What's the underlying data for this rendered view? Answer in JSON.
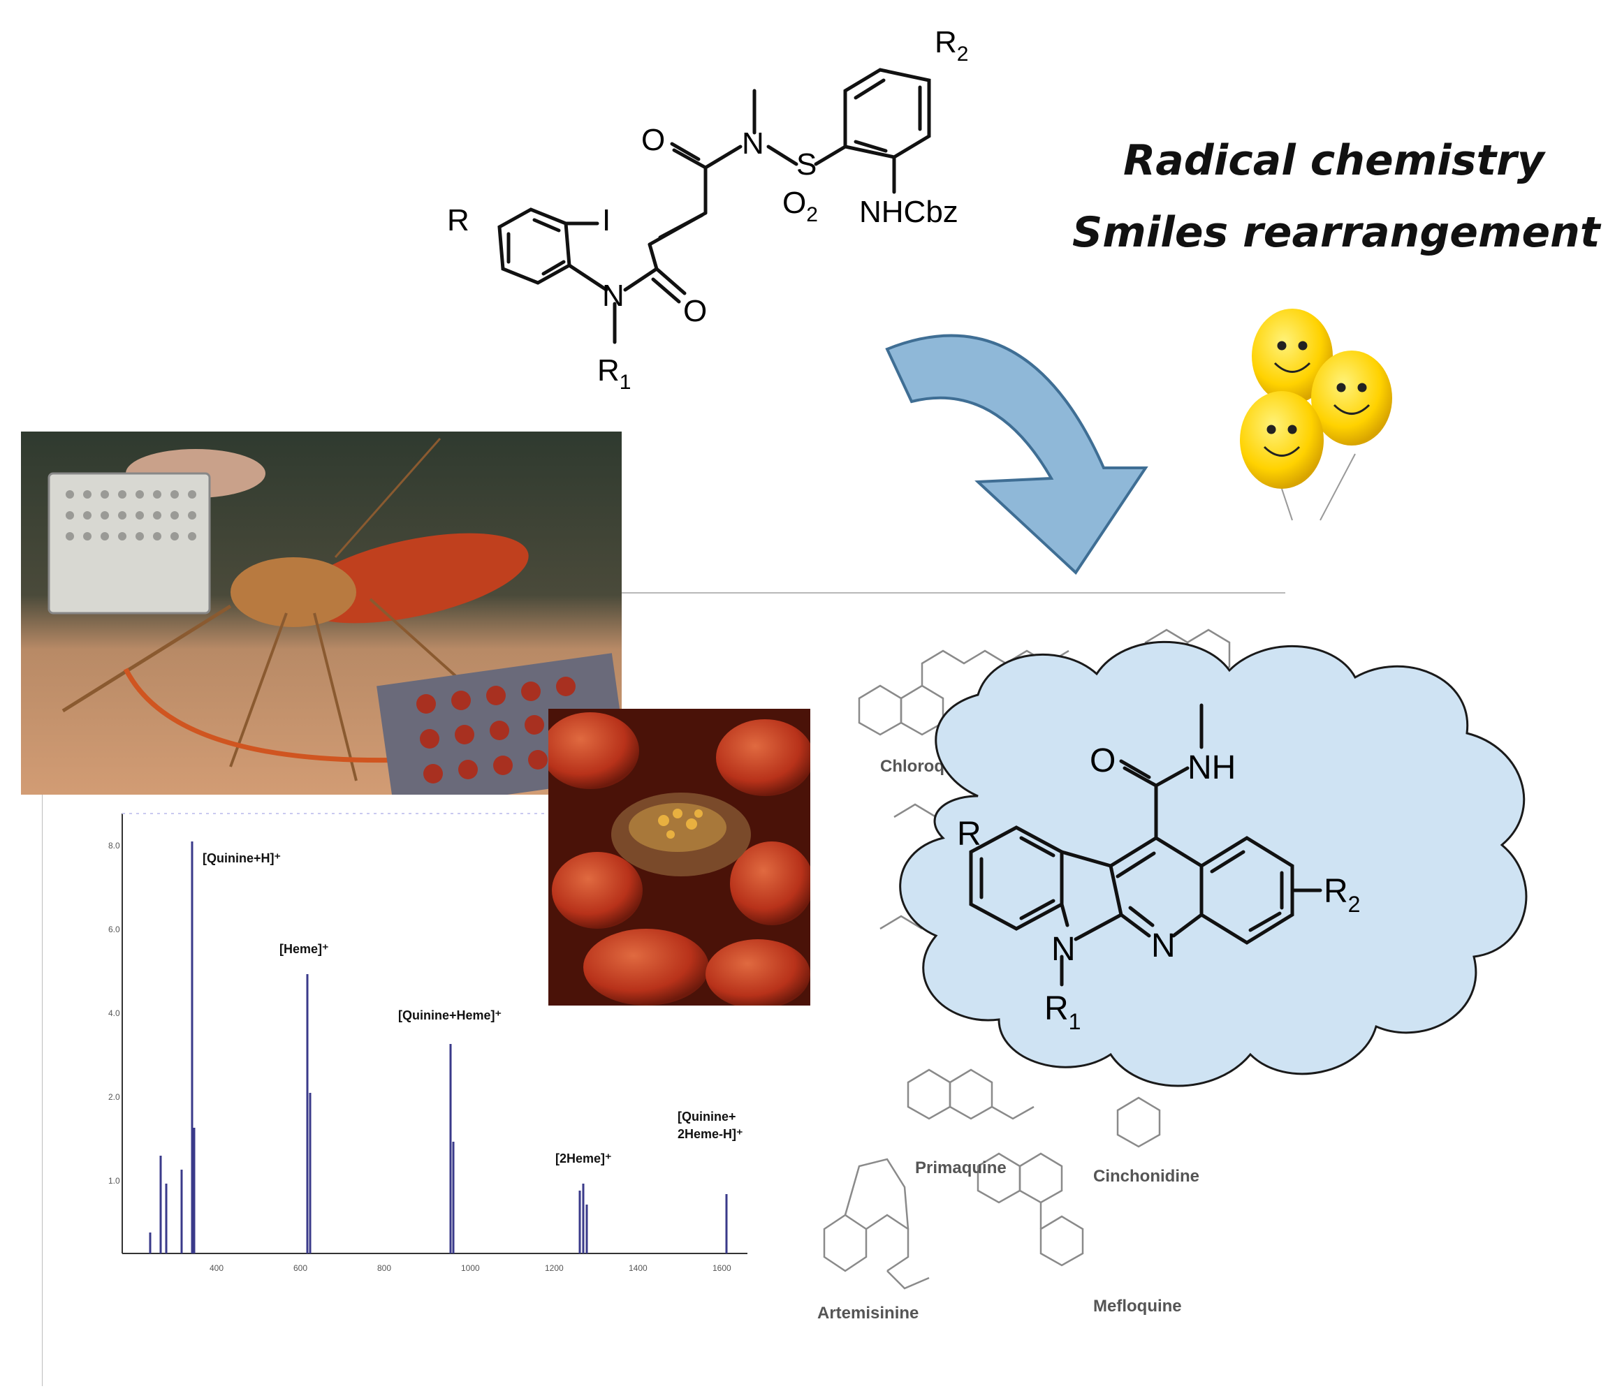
{
  "headline": {
    "line1": "Radical chemistry",
    "line2": "Smiles rearrangement"
  },
  "reactant": {
    "labels": {
      "R": "R",
      "I": "I",
      "O_top": "O",
      "N_amide": "N",
      "S": "S",
      "O2_main": "O",
      "O2_sub": "2",
      "R2_main": "R",
      "R2_sub": "2",
      "NHCbz": "NHCbz",
      "O_bottom": "O",
      "N_aniline": "N",
      "R1_main": "R",
      "R1_sub": "1"
    }
  },
  "product": {
    "labels": {
      "O": "O",
      "NH": "NH",
      "R": "R",
      "R2_main": "R",
      "R2_sub": "2",
      "N_indole": "N",
      "N_pyridine": "N",
      "R1_main": "R",
      "R1_sub": "1"
    }
  },
  "drugs": {
    "chloroquine": "Chloroquine",
    "primaquine": "Primaquine",
    "cinchonidine": "Cinchonidine",
    "artemisinine": "Artemisinine",
    "mefloquine": "Mefloquine"
  },
  "spectrum": {
    "peak_labels": {
      "quinine_h": "[Quinine+H]⁺",
      "heme": "[Heme]⁺",
      "quinine_heme": "[Quinine+Heme]⁺",
      "two_heme": "[2Heme]⁺",
      "quinine_2heme_l1": "[Quinine+",
      "quinine_2heme_l2": "2Heme-H]⁺"
    }
  },
  "colors": {
    "cloud_fill": "#cfe3f3",
    "cloud_stroke": "#1a1a1a",
    "arrow_fill": "#8fb8d8",
    "arrow_stroke": "#3f6e94",
    "balloon": "#ffd200",
    "blood_cell": "#b8321a",
    "skin": "#c88e63",
    "spectrum_peak": "#3a3a8a"
  }
}
